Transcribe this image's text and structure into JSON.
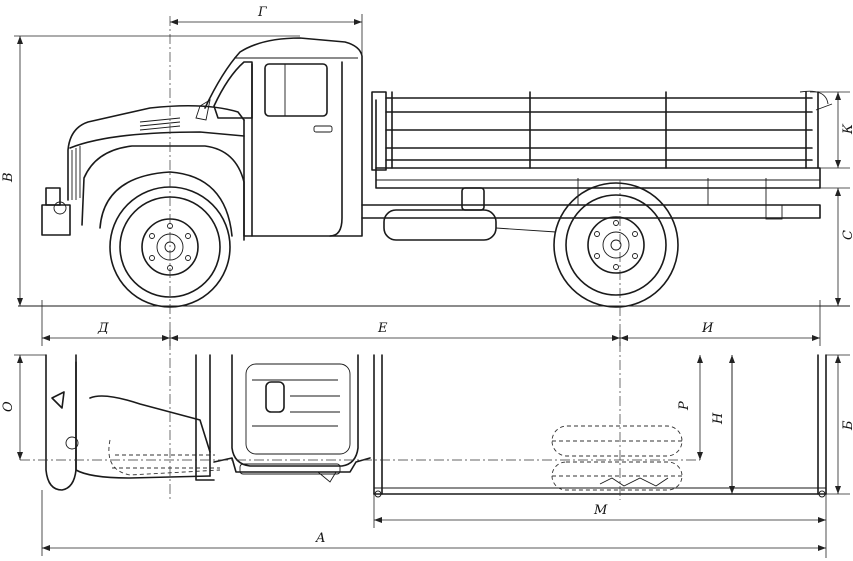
{
  "labels": {
    "A": "A",
    "B": "Б",
    "V": "В",
    "G": "Г",
    "D": "Д",
    "E": "Е",
    "I": "И",
    "K": "К",
    "M": "М",
    "N": "Н",
    "O": "О",
    "R": "Р",
    "S": "С"
  }
}
